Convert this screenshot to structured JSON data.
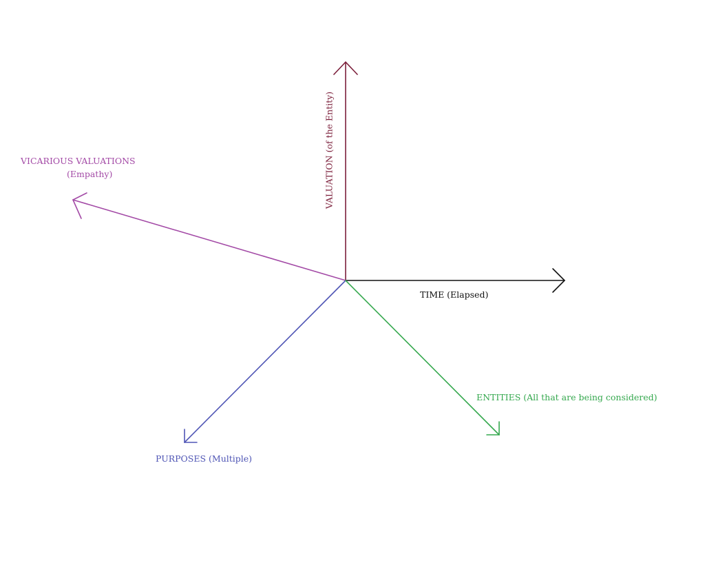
{
  "axes": {
    "valuation": {
      "label": "VALUATION (of the Entity)",
      "color": "#7b1e3a"
    },
    "time": {
      "label": "TIME (Elapsed)",
      "color": "#111111"
    },
    "vicarious": {
      "label": "VICARIOUS VALUATIONS",
      "sublabel": "(Empathy)",
      "color": "#a34aa6"
    },
    "purposes": {
      "label": "PURPOSES (Multiple)",
      "color": "#4f55b5"
    },
    "entities": {
      "label": "ENTITIES (All that are being considered)",
      "color": "#35a84e"
    }
  }
}
